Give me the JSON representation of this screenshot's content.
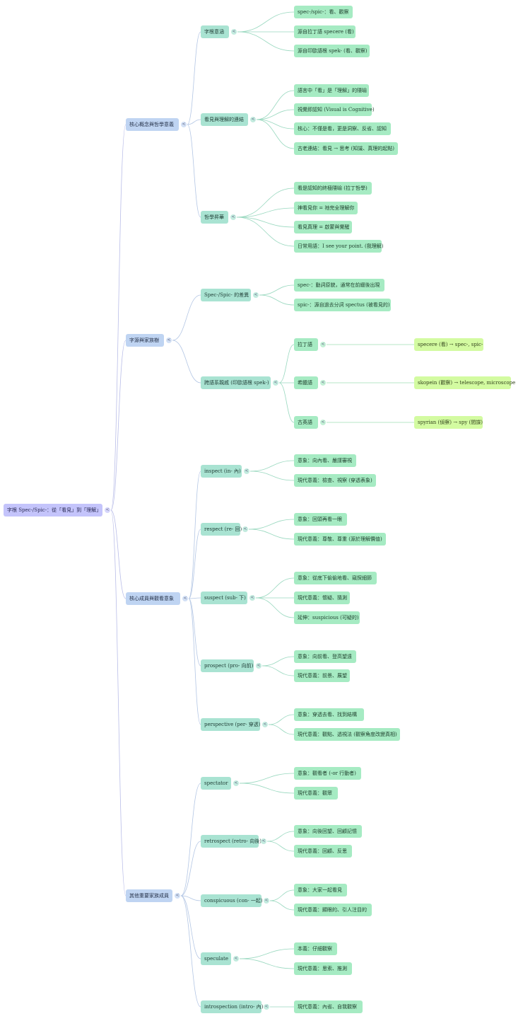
{
  "toggle_glyph": "<",
  "colors": {
    "root": "#c4c4fb",
    "category": "#bfd4f2",
    "topic": "#a9e3d2",
    "detail": "#a6ebc3",
    "example": "#d3fba1",
    "link_root": "#b9bde8",
    "link_category": "#b3c6e4",
    "link_topic": "#99d8bf",
    "link_detail": "#9fdfb4"
  },
  "mindmap": {
    "root": "字根 Spec-/Spic-：從「看見」到「理解」",
    "categories": [
      {
        "label": "核心概念與哲學意義",
        "topics": [
          {
            "label": "字根意涵",
            "details": [
              {
                "label": "spec-/spic-：看、觀察"
              },
              {
                "label": "源自拉丁語 specere (看)"
              },
              {
                "label": "源自印歐語根 spek- (看、觀察)"
              }
            ]
          },
          {
            "label": "看見與理解的連結",
            "details": [
              {
                "label": "語言中「看」是「理解」的隱喻"
              },
              {
                "label": "視覺即認知 (Visual is Cognitive)"
              },
              {
                "label": "核心：不僅是看，更是洞察、反省、認知"
              },
              {
                "label": "古老連結：看見 → 思考 (知識、真理的起點)"
              }
            ]
          },
          {
            "label": "哲學昇華",
            "details": [
              {
                "label": "看是認知的終極隱喻 (拉丁哲學)"
              },
              {
                "label": "神看見你 = 祂完全理解你"
              },
              {
                "label": "看見真理 = 啟蒙與覺醒"
              },
              {
                "label": "日常用語：I see your point. (我理解)"
              }
            ]
          }
        ]
      },
      {
        "label": "字源與家族樹",
        "topics": [
          {
            "label": "Spec-/Spic- 的差異",
            "details": [
              {
                "label": "spec-：動詞原貌，通常在前綴後出現"
              },
              {
                "label": "spic-：源自過去分詞 spectus (被看見的)"
              }
            ]
          },
          {
            "label": "跨語系親戚 (印歐語根 spek-)",
            "details": [
              {
                "label": "拉丁語",
                "examples": [
                  {
                    "label": "specere (看) → spec-, spic-"
                  }
                ]
              },
              {
                "label": "希臘語",
                "examples": [
                  {
                    "label": "skopein (觀察) → telescope, microscope"
                  }
                ]
              },
              {
                "label": "古英語",
                "examples": [
                  {
                    "label": "spyrian (偵察) → spy (間諜)"
                  }
                ]
              }
            ]
          }
        ]
      },
      {
        "label": "核心成員與觀看意象",
        "topics": [
          {
            "label": "inspect (in- 內)",
            "details": [
              {
                "label": "意象：向內看、嚴謹審視"
              },
              {
                "label": "現代意義：檢查、視察 (穿透表象)"
              }
            ]
          },
          {
            "label": "respect (re- 回)",
            "details": [
              {
                "label": "意象：回頭再看一眼"
              },
              {
                "label": "現代意義：尊敬、尊重 (源於理解價值)"
              }
            ]
          },
          {
            "label": "suspect (sub- 下)",
            "details": [
              {
                "label": "意象：從底下偷偷地看、窺探細節"
              },
              {
                "label": "現代意義：懷疑、猜測"
              },
              {
                "label": "延伸：suspicious (可疑的)"
              }
            ]
          },
          {
            "label": "prospect (pro- 向前)",
            "details": [
              {
                "label": "意象：向前看、登高望遠"
              },
              {
                "label": "現代意義：前景、展望"
              }
            ]
          },
          {
            "label": "perspective (per- 穿透)",
            "details": [
              {
                "label": "意象：穿透去看、找到結構"
              },
              {
                "label": "現代意義：觀點、透視法 (觀察角度改變真相)"
              }
            ]
          }
        ]
      },
      {
        "label": "其他重要家族成員",
        "topics": [
          {
            "label": "spectator",
            "details": [
              {
                "label": "意象：觀看者 (-or 行動者)"
              },
              {
                "label": "現代意義：觀眾"
              }
            ]
          },
          {
            "label": "retrospect (retro- 向後)",
            "details": [
              {
                "label": "意象：向後回望、回顧記憶"
              },
              {
                "label": "現代意義：回顧、反思"
              }
            ]
          },
          {
            "label": "conspicuous (con- 一起)",
            "details": [
              {
                "label": "意象：大家一起看見"
              },
              {
                "label": "現代意義：顯眼的、引人注目的"
              }
            ]
          },
          {
            "label": "speculate",
            "details": [
              {
                "label": "本義：仔細觀察"
              },
              {
                "label": "現代意義：思索、推測"
              }
            ]
          },
          {
            "label": "introspection (intro- 內)",
            "details": [
              {
                "label": "現代意義：內省、自我觀察"
              }
            ]
          }
        ]
      }
    ]
  }
}
